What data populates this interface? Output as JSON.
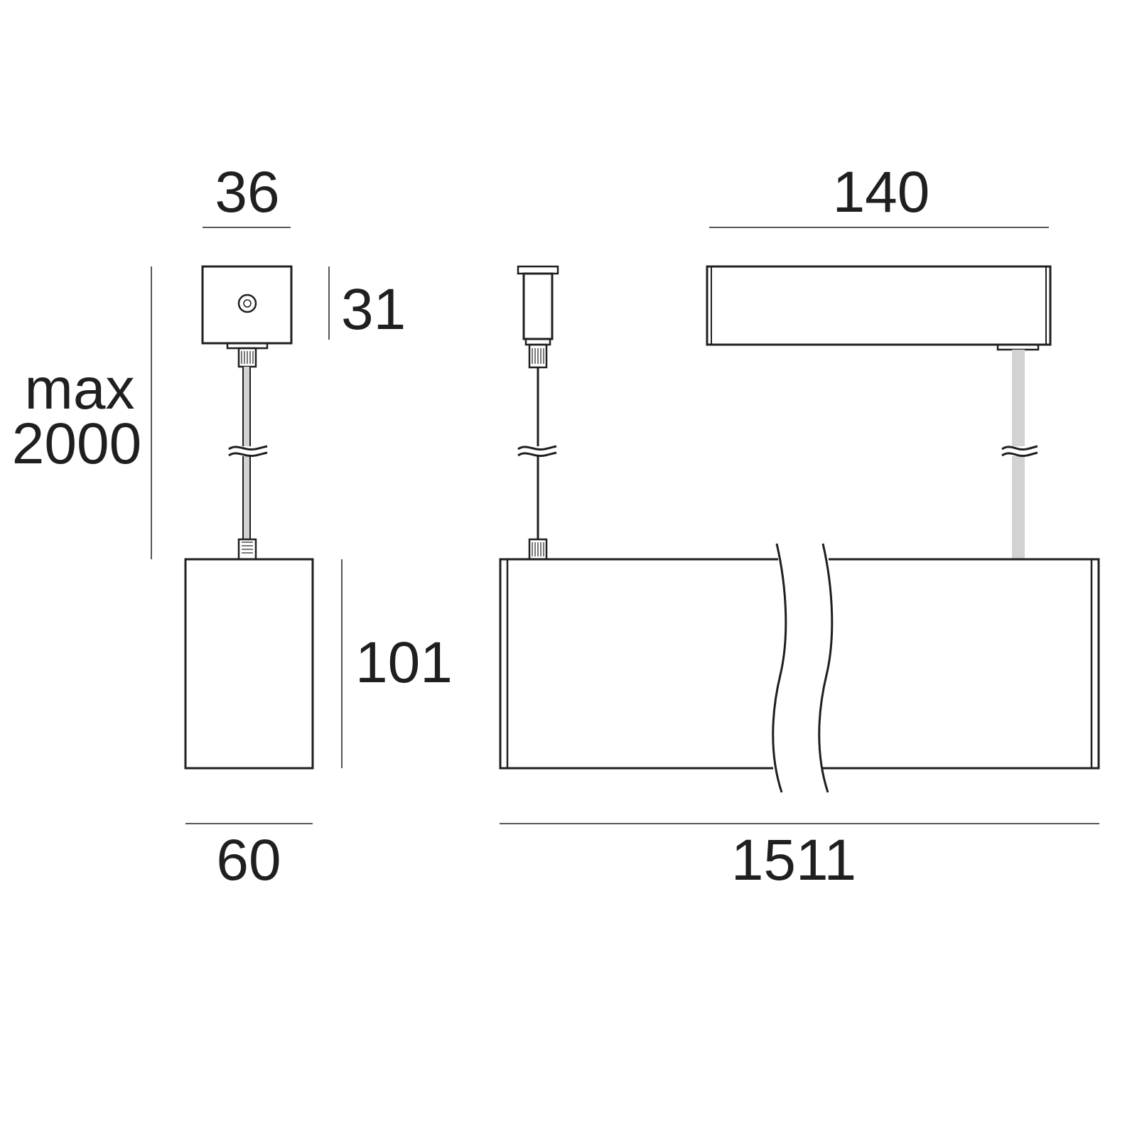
{
  "drawing": {
    "dimensions": {
      "canopy_depth": "36",
      "canopy_width": "140",
      "canopy_height": "31",
      "suspension_label": "max",
      "suspension_value": "2000",
      "body_height": "101",
      "body_depth": "60",
      "body_length": "1511"
    },
    "colors": {
      "line": "#1f1f1f",
      "cable_grey": "#d2d2d2",
      "background": "#ffffff"
    }
  }
}
